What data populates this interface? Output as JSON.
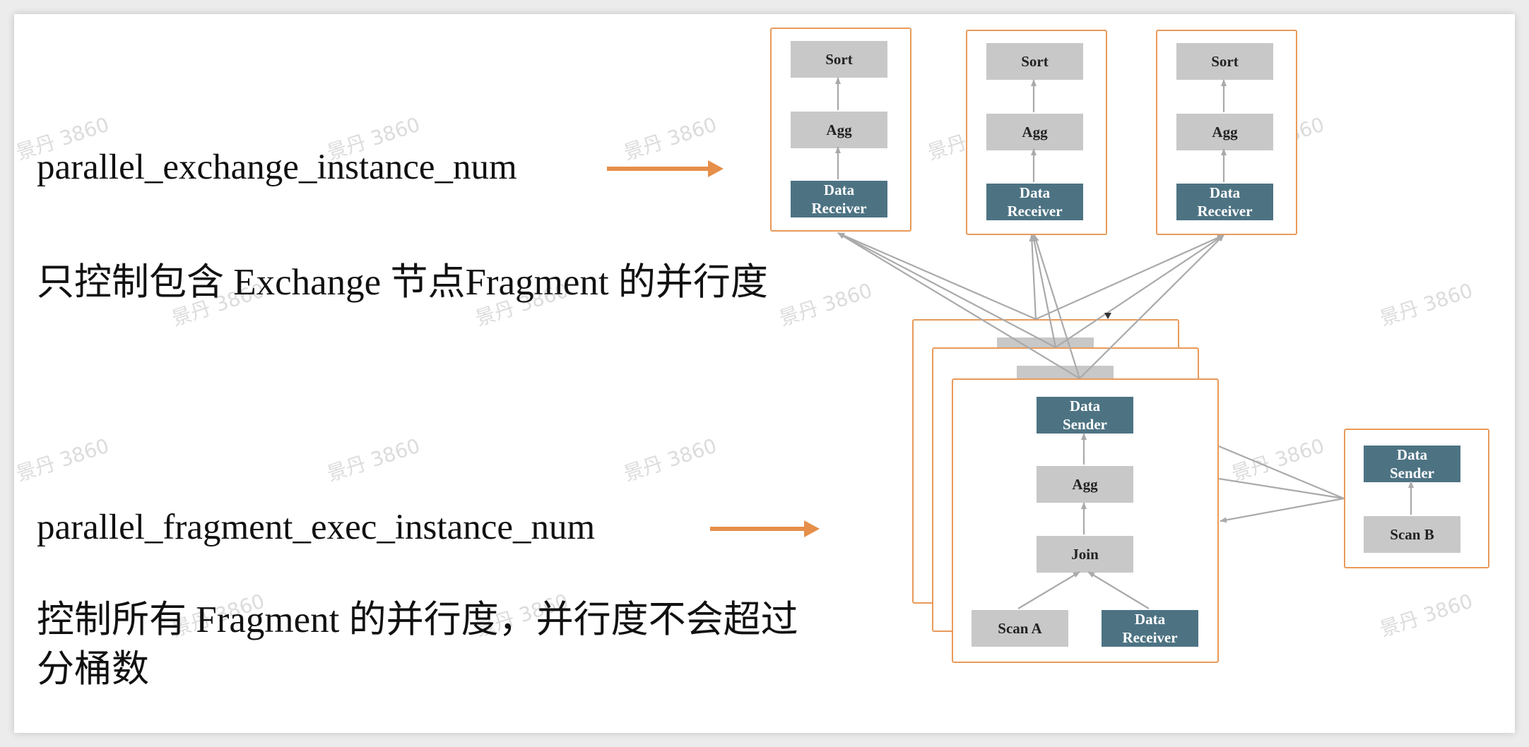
{
  "params": {
    "exchange_name": "parallel_exchange_instance_num",
    "exchange_desc": "只控制包含 Exchange 节点Fragment 的并行度",
    "fragment_name": "parallel_fragment_exec_instance_num",
    "fragment_desc_line1": "控制所有 Fragment 的并行度，并行度不会超过",
    "fragment_desc_line2": "分桶数"
  },
  "nodes": {
    "sort": "Sort",
    "agg": "Agg",
    "receiver_line1": "Data",
    "receiver_line2": "Receiver",
    "sender_line1": "Data",
    "sender_line2": "Sender",
    "join": "Join",
    "scan_a": "Scan A",
    "scan_b": "Scan B"
  },
  "watermark": "景丹 3860",
  "colors": {
    "arrow": "#e58f49",
    "fragment_border": "#e99a5a",
    "gray_node": "#c8c8c8",
    "teal_node": "#4d7383",
    "edge": "#aaaaaa"
  }
}
